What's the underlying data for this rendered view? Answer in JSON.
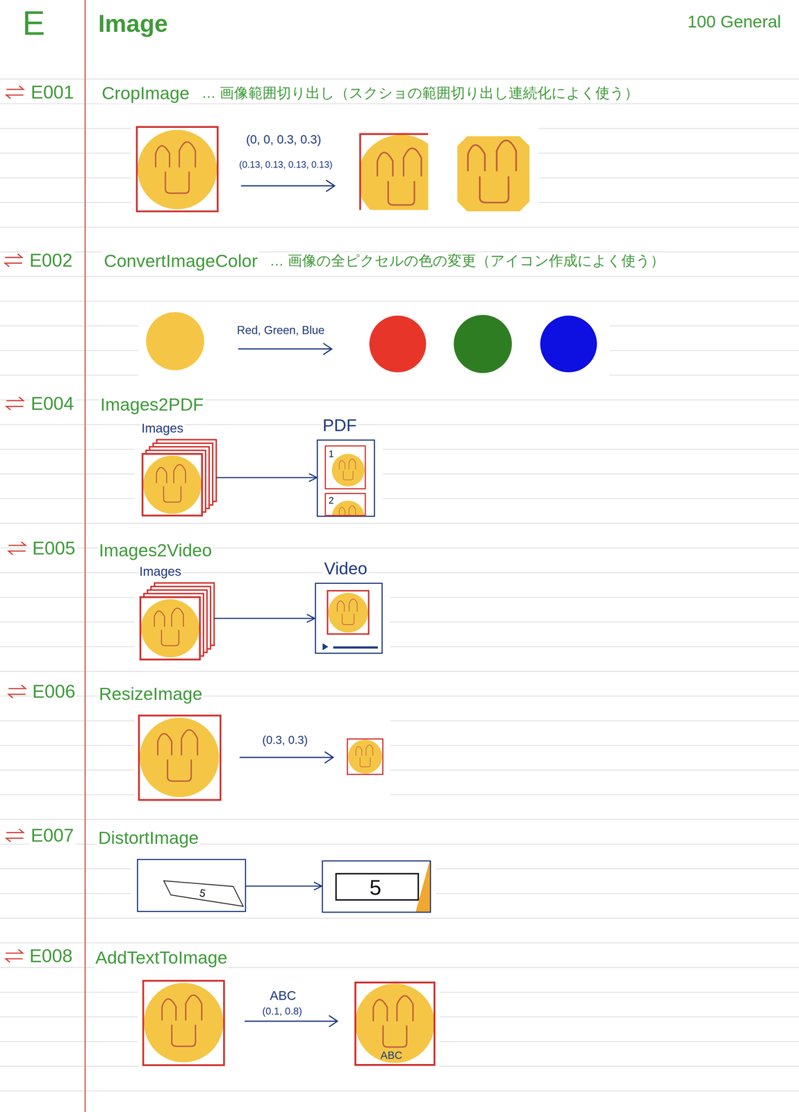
{
  "diagram": {
    "title": "Image",
    "nodes": [
      {
        "text": [
          "Images"
        ]
      },
      {
        "text": [
          "PDF"
        ]
      },
      {
        "text": [
          "1"
        ],
        "in": 1
      },
      {
        "text": [
          "2"
        ],
        "in": 1
      },
      {
        "text": [
          "Images"
        ]
      },
      {
        "text": [
          "Video"
        ]
      },
      {
        "text": [
          "5"
        ]
      },
      {
        "text": [
          "5"
        ]
      },
      {
        "text": [
          "ABC"
        ]
      }
    ],
    "edges": [
      {
        "from": 0,
        "to": 1,
        "arrow": "to"
      },
      {
        "from": 4,
        "to": 5,
        "arrow": "to"
      },
      {
        "from": 6,
        "to": 7,
        "arrow": "to"
      }
    ],
    "labels": [
      "E",
      "100 General",
      "E001",
      "CropImage",
      "… 画像範囲切り出し（スクショの範囲切り出し連続化によく使う）",
      "(0, 0, 0.3, 0.3)",
      "(0.13, 0.13, 0.13, 0.13)",
      "E002",
      "ConvertImageColor",
      "… 画像の全ピクセルの色の変更（アイコン作成によく使う）",
      "Red, Green, Blue",
      "E004",
      "Images2PDF",
      "E005",
      "Images2Video",
      "E006",
      "ResizeImage",
      "(0.3, 0.3)",
      "E007",
      "DistortImage",
      "E008",
      "AddTextToImage",
      "ABC",
      "(0.1, 0.8)"
    ]
  }
}
